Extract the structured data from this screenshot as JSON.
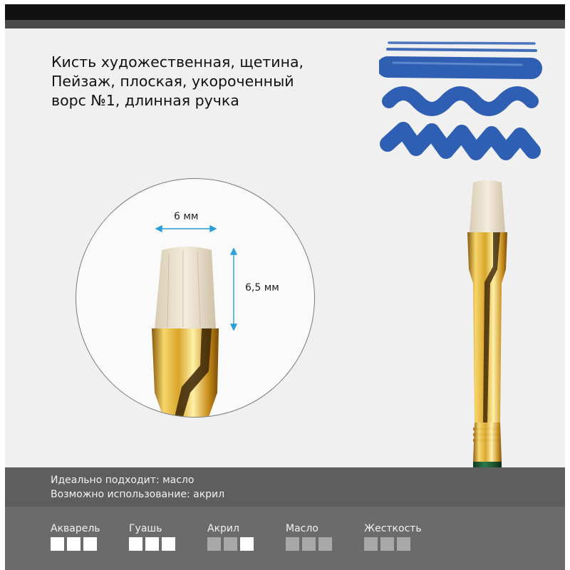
{
  "title": {
    "line1": "Кисть художественная, щетина,",
    "line2": "Пейзаж, плоская, укороченный",
    "line3": "ворс №1, длинная ручка"
  },
  "dimensions": {
    "width": "6 мм",
    "height": "6,5 мм"
  },
  "suitability": {
    "ideal": "Идеально подходит: масло",
    "possible": "Возможно использование: акрил"
  },
  "properties": [
    {
      "label": "Акварель",
      "level": 3,
      "max": 3
    },
    {
      "label": "Гуашь",
      "level": 3,
      "max": 3
    },
    {
      "label": "Акрил",
      "level": 1,
      "max": 3
    },
    {
      "label": "Масло",
      "level": 0,
      "max": 3
    },
    {
      "label": "Жесткость",
      "level": 0,
      "max": 3
    }
  ],
  "colors": {
    "paint_blue": "#2f5fb3",
    "handle_green": "#1f5a35",
    "ferrule_gold": "#d4a020",
    "bristle": "#ece2cf",
    "dimension_arrow": "#2a9fd8",
    "panel_gray": "#5e5e5e"
  }
}
